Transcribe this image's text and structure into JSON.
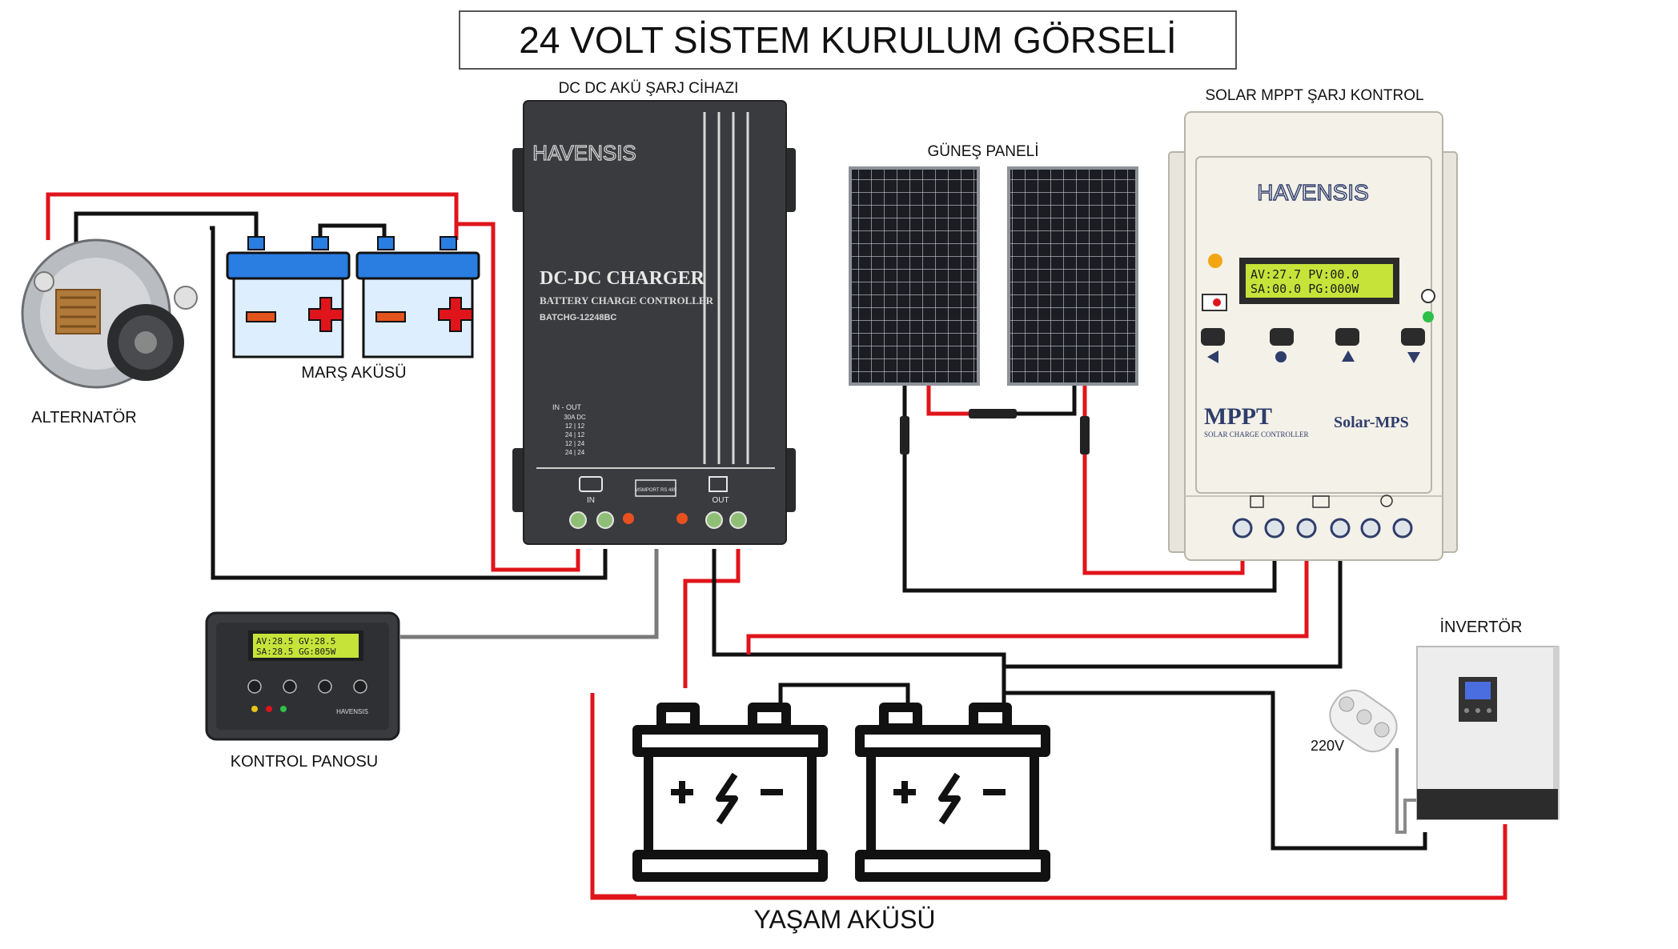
{
  "title": "24 VOLT SİSTEM KURULUM GÖRSELİ",
  "labels": {
    "dcdc": "DC DC AKÜ ŞARJ CİHAZI",
    "solar_panel": "GÜNEŞ PANELİ",
    "mppt": "SOLAR MPPT ŞARJ KONTROL",
    "alternator": "ALTERNATÖR",
    "start_battery": "MARŞ AKÜSÜ",
    "control_panel": "KONTROL PANOSU",
    "inverter": "İNVERTÖR",
    "socket_voltage": "220V",
    "house_battery": "YAŞAM AKÜSÜ"
  },
  "dcdc_device": {
    "brand": "HAVENSIS",
    "model_title": "DC-DC CHARGER",
    "subtitle": "BATTERY CHARGE CONTROLLER",
    "model_code": "BATCHG-12248BC",
    "table_header": "IN - OUT",
    "table_rows": [
      "30A DC",
      "12 | 12",
      "24 | 12",
      "12 | 24",
      "24 | 24"
    ],
    "port_in": "IN",
    "port_out": "OUT",
    "port_comm": "MSMPORT RS 485"
  },
  "mppt_device": {
    "brand": "HAVENSIS",
    "lcd_line1": "AV:27.7  PV:00.0",
    "lcd_line2": "SA:00.0  PG:000W",
    "model": "MPPT",
    "model_sub": "SOLAR CHARGE CONTROLLER",
    "series": "Solar-MPS"
  },
  "control_panel_device": {
    "lcd_line1": "AV:28.5  GV:28.5",
    "lcd_line2": "SA:28.5  GG:805W",
    "brand": "HAVENSIS"
  },
  "colors": {
    "positive_wire": "#e0141b",
    "negative_wire": "#111111",
    "comm_wire": "#7a7a7a",
    "battery_fill": "#ddeeff",
    "battery_cap": "#2a7de1",
    "lcd": "#c6e33a"
  }
}
